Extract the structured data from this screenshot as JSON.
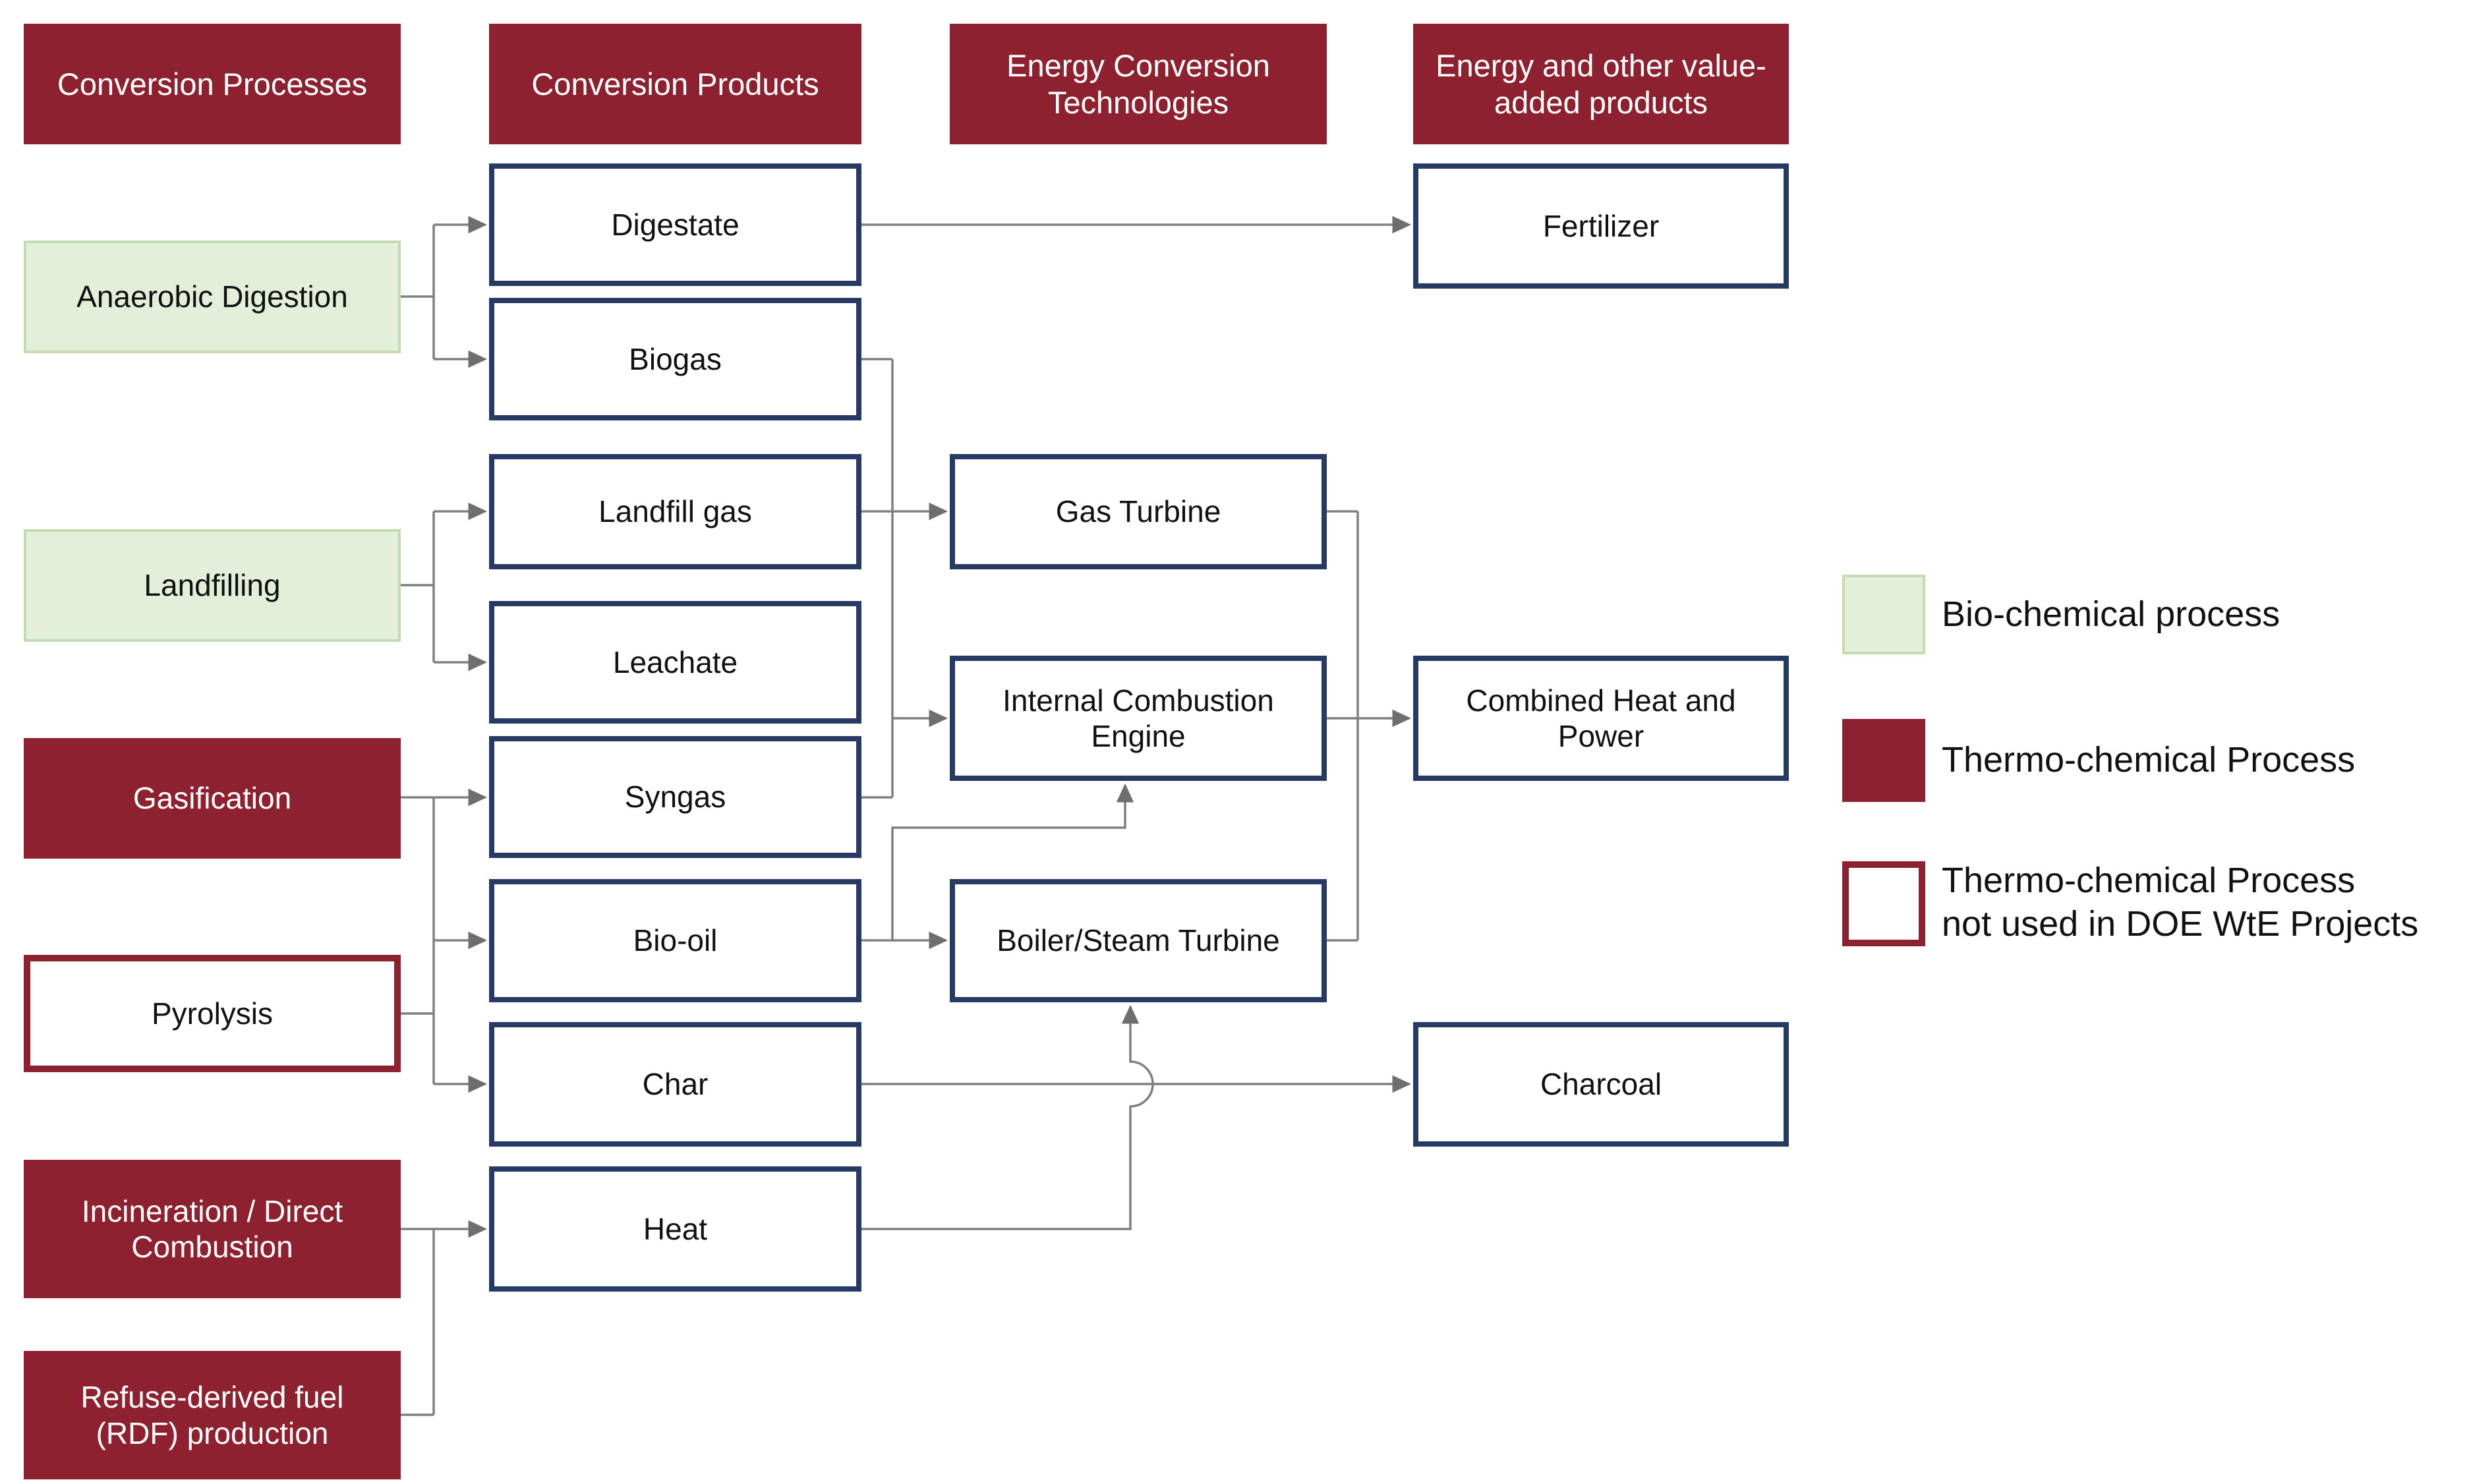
{
  "headers": {
    "processes": "Conversion Processes",
    "products": "Conversion Products",
    "technologies": "Energy Conversion Technologies",
    "value_added": "Energy and other value-added products"
  },
  "nodes": {
    "anaerobic_digestion": {
      "label": "Anaerobic Digestion",
      "category": "bio-chemical"
    },
    "landfilling": {
      "label": "Landfilling",
      "category": "bio-chemical"
    },
    "gasification": {
      "label": "Gasification",
      "category": "thermo-chemical"
    },
    "pyrolysis": {
      "label": "Pyrolysis",
      "category": "thermo-chemical-not-used-in-doe-wte"
    },
    "incineration": {
      "label": "Incineration / Direct Combustion",
      "category": "thermo-chemical"
    },
    "rdf_production": {
      "label": "Refuse-derived fuel (RDF) production",
      "category": "thermo-chemical"
    },
    "digestate": {
      "label": "Digestate"
    },
    "biogas": {
      "label": "Biogas"
    },
    "landfill_gas": {
      "label": "Landfill gas"
    },
    "leachate": {
      "label": "Leachate"
    },
    "syngas": {
      "label": "Syngas"
    },
    "bio_oil": {
      "label": "Bio-oil"
    },
    "char": {
      "label": "Char"
    },
    "heat": {
      "label": "Heat"
    },
    "gas_turbine": {
      "label": "Gas Turbine"
    },
    "internal_combustion_engine": {
      "label": "Internal Combustion Engine"
    },
    "boiler_steam_turbine": {
      "label": "Boiler/Steam Turbine"
    },
    "fertilizer": {
      "label": "Fertilizer"
    },
    "combined_heat_and_power": {
      "label": "Combined Heat and Power"
    },
    "charcoal": {
      "label": "Charcoal"
    }
  },
  "legend": {
    "bio": "Bio-chemical process",
    "thermo": "Thermo-chemical Process",
    "thermo_not_used_line1": "Thermo-chemical Process",
    "thermo_not_used_line2": "not used in DOE WtE Projects"
  },
  "edges": [
    {
      "from": "anaerobic_digestion",
      "to": "digestate"
    },
    {
      "from": "anaerobic_digestion",
      "to": "biogas"
    },
    {
      "from": "landfilling",
      "to": "landfill_gas"
    },
    {
      "from": "landfilling",
      "to": "leachate"
    },
    {
      "from": "gasification",
      "to": "syngas"
    },
    {
      "from": "pyrolysis",
      "to": "syngas"
    },
    {
      "from": "pyrolysis",
      "to": "bio_oil"
    },
    {
      "from": "pyrolysis",
      "to": "char"
    },
    {
      "from": "incineration",
      "to": "heat"
    },
    {
      "from": "rdf_production",
      "to": "heat"
    },
    {
      "from": "digestate",
      "to": "fertilizer"
    },
    {
      "from": "biogas",
      "to": "gas_turbine"
    },
    {
      "from": "biogas",
      "to": "internal_combustion_engine"
    },
    {
      "from": "landfill_gas",
      "to": "gas_turbine"
    },
    {
      "from": "landfill_gas",
      "to": "internal_combustion_engine"
    },
    {
      "from": "syngas",
      "to": "gas_turbine"
    },
    {
      "from": "syngas",
      "to": "internal_combustion_engine"
    },
    {
      "from": "bio_oil",
      "to": "boiler_steam_turbine"
    },
    {
      "from": "bio_oil",
      "to": "internal_combustion_engine"
    },
    {
      "from": "heat",
      "to": "boiler_steam_turbine"
    },
    {
      "from": "char",
      "to": "charcoal"
    },
    {
      "from": "gas_turbine",
      "to": "combined_heat_and_power"
    },
    {
      "from": "internal_combustion_engine",
      "to": "combined_heat_and_power"
    },
    {
      "from": "boiler_steam_turbine",
      "to": "combined_heat_and_power"
    }
  ],
  "colors": {
    "thermo_red": "#8E2130",
    "bio_green_fill": "#E3EFD9",
    "bio_green_border": "#C2DCAD",
    "box_navy_border": "#263A64",
    "connector_gray": "#7F7F7F",
    "arrowhead_gray": "#6E6E6E",
    "background": "#FFFFFF",
    "header_text": "#FFFFFF",
    "body_text": "#111111"
  }
}
